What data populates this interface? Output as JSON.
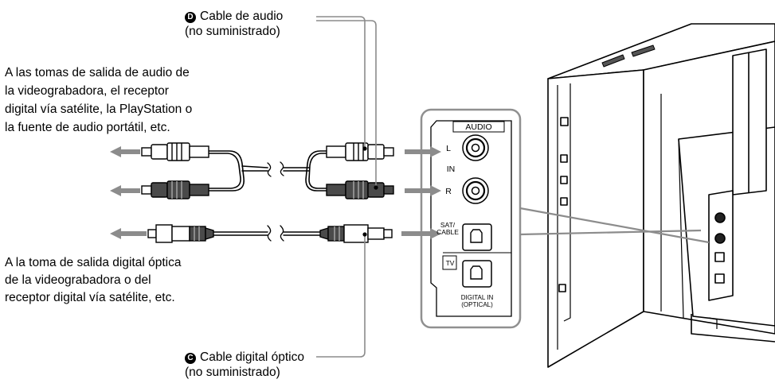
{
  "callouts": {
    "audio_cable": {
      "letter": "D",
      "line1": "Cable de audio",
      "line2": "(no suministrado)"
    },
    "optical_cable": {
      "letter": "C",
      "line1": "Cable digital óptico",
      "line2": "(no suministrado)"
    }
  },
  "notes": {
    "audio_outputs": [
      "A las tomas de salida de audio de",
      "la videograbadora, el receptor",
      "digital vía satélite, la PlayStation o",
      "la fuente de audio portátil, etc."
    ],
    "optical_output": [
      "A la toma de salida digital óptica",
      "de la videograbadora o del",
      "receptor digital vía satélite, etc."
    ]
  },
  "panel": {
    "audio_header": "AUDIO",
    "left_label": "L",
    "in_label": "IN",
    "right_label": "R",
    "sat_cable_line1": "SAT/",
    "sat_cable_line2": "CABLE",
    "tv_label": "TV",
    "digital_in_line1": "DIGITAL IN",
    "digital_in_line2": "(OPTICAL)"
  },
  "colors": {
    "plug_dark": "#4a4a4a",
    "arrow_gray": "#8c8c8c",
    "outline": "#000000",
    "panel_frame": "#909090"
  }
}
